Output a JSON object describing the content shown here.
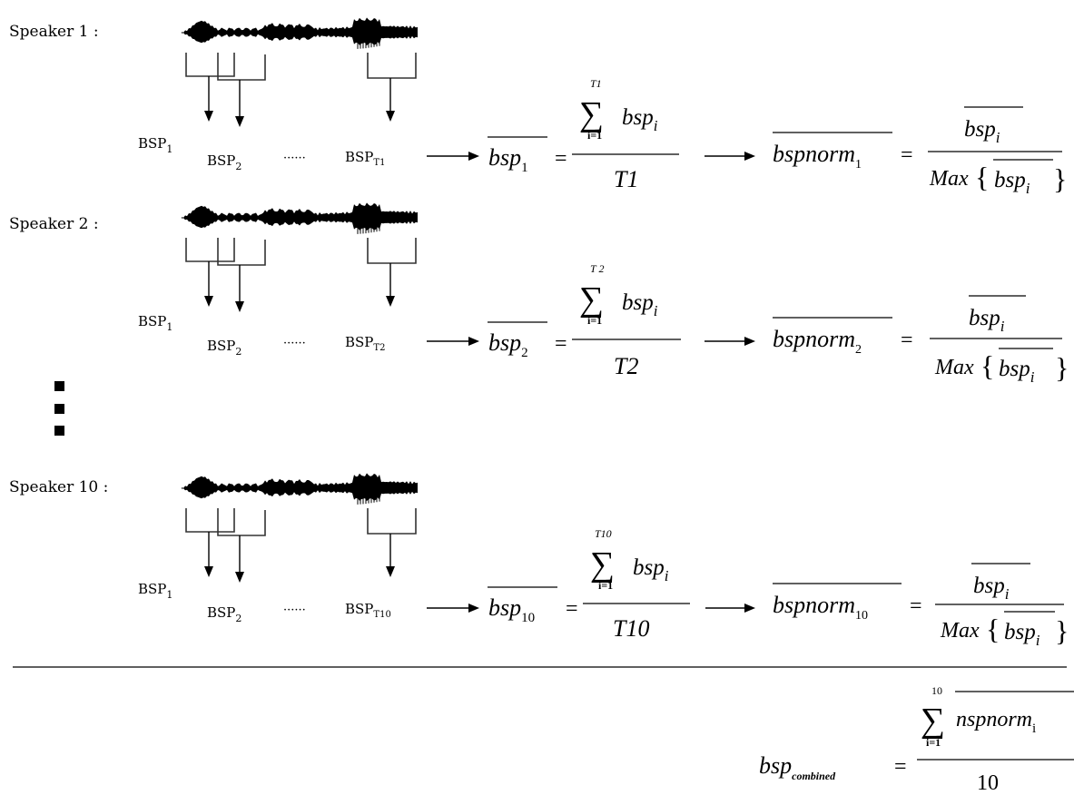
{
  "rows": [
    {
      "speaker_label": "Speaker 1 :",
      "bsp_first": "BSP",
      "bsp_first_sub": "1",
      "bsp_second": "BSP",
      "bsp_second_sub": "2",
      "ellipsis": "······",
      "bsp_last": "BSP",
      "bsp_last_sub": "T1",
      "mean_lhs": "bsp",
      "mean_lhs_sub": "1",
      "sum_upper": "T1",
      "sum_lower": "i=1",
      "sum_term": "bsp",
      "sum_term_sub": "i",
      "denominator": "T1",
      "norm_lhs": "bspnorm",
      "norm_lhs_sub": "1",
      "norm_num": "bsp",
      "norm_num_sub": "i",
      "norm_den_max": "Max",
      "norm_den_term": "bsp",
      "norm_den_term_sub": "i"
    },
    {
      "speaker_label": "Speaker 2 :",
      "bsp_first": "BSP",
      "bsp_first_sub": "1",
      "bsp_second": "BSP",
      "bsp_second_sub": "2",
      "ellipsis": "······",
      "bsp_last": "BSP",
      "bsp_last_sub": "T2",
      "mean_lhs": "bsp",
      "mean_lhs_sub": "2",
      "sum_upper": "T 2",
      "sum_lower": "i=1",
      "sum_term": "bsp",
      "sum_term_sub": "i",
      "denominator": "T2",
      "norm_lhs": "bspnorm",
      "norm_lhs_sub": "2",
      "norm_num": "bsp",
      "norm_num_sub": "i",
      "norm_den_max": "Max",
      "norm_den_term": "bsp",
      "norm_den_term_sub": "i"
    },
    {
      "speaker_label": "Speaker 10 :",
      "bsp_first": "BSP",
      "bsp_first_sub": "1",
      "bsp_second": "BSP",
      "bsp_second_sub": "2",
      "ellipsis": "······",
      "bsp_last": "BSP",
      "bsp_last_sub": "T10",
      "mean_lhs": "bsp",
      "mean_lhs_sub": "10",
      "sum_upper": "T10",
      "sum_lower": "i=1",
      "sum_term": "bsp",
      "sum_term_sub": "i",
      "denominator": "T10",
      "norm_lhs": "bspnorm",
      "norm_lhs_sub": "10",
      "norm_num": "bsp",
      "norm_num_sub": "i",
      "norm_den_max": "Max",
      "norm_den_term": "bsp",
      "norm_den_term_sub": "i"
    }
  ],
  "combined": {
    "lhs": "bsp",
    "lhs_sub": "combined",
    "sum_upper": "10",
    "sum_lower": "i=1",
    "sum_term": "nspnorm",
    "sum_term_sub": "i",
    "denominator": "10"
  },
  "symbols": {
    "equals": "=",
    "sigma": "∑",
    "brace_left": "{",
    "brace_right": "}"
  },
  "colors": {
    "ink": "#000000",
    "background": "#ffffff",
    "bracket": "#333333"
  }
}
